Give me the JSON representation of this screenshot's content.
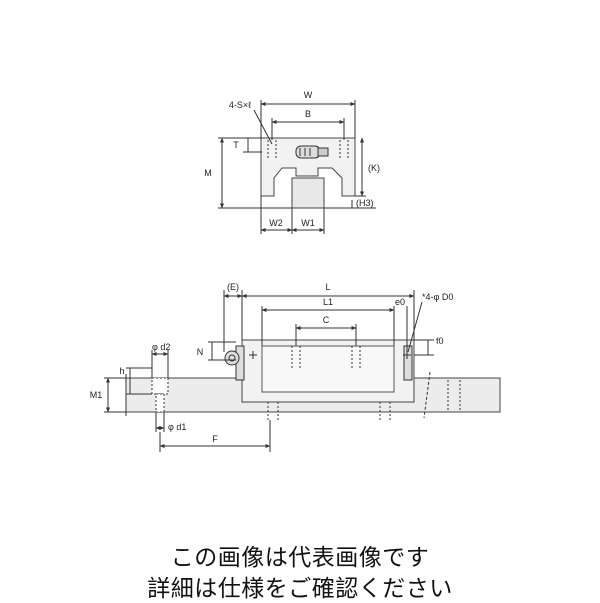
{
  "top_view": {
    "labels": {
      "W": "W",
      "B": "B",
      "S": "4-S×ℓ",
      "T": "T",
      "M": "M",
      "K": "(K)",
      "H3": "(H3)",
      "W2": "W2",
      "W1": "W1"
    }
  },
  "side_view": {
    "labels": {
      "E": "(E)",
      "L": "L",
      "L1": "L1",
      "e0": "e0",
      "D0": "*4-φ D0",
      "C": "C",
      "f0": "f0",
      "N": "N",
      "d2": "φ d2",
      "h": "h",
      "M1": "M1",
      "d1": "φ d1",
      "F": "F"
    }
  },
  "caption": {
    "line1": "この画像は代表画像です",
    "line2": "詳細は仕様をご確認ください"
  }
}
